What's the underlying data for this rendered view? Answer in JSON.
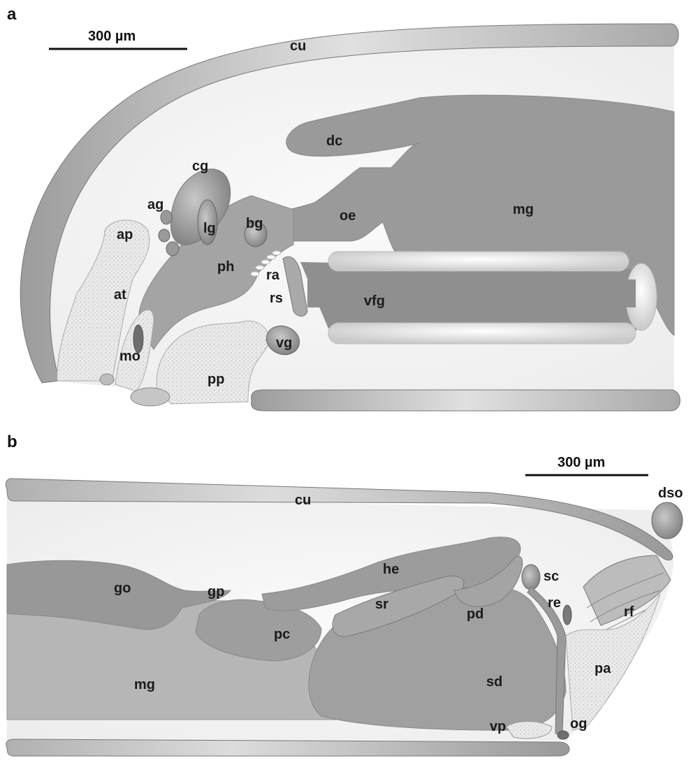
{
  "panels": {
    "a": {
      "panel_label": "a",
      "scale_bar": "300 µm",
      "labels": {
        "cu": "cu",
        "dc": "dc",
        "cg": "cg",
        "ag": "ag",
        "lg": "lg",
        "bg": "bg",
        "oe": "oe",
        "mg": "mg",
        "ap": "ap",
        "ph": "ph",
        "ra": "ra",
        "at": "at",
        "rs": "rs",
        "vfg": "vfg",
        "mo": "mo",
        "vg": "vg",
        "pp": "pp"
      }
    },
    "b": {
      "panel_label": "b",
      "scale_bar": "300 µm",
      "labels": {
        "cu": "cu",
        "dso": "dso",
        "he": "he",
        "sc": "sc",
        "go": "go",
        "gp": "gp",
        "re": "re",
        "sr": "sr",
        "pd": "pd",
        "rf": "rf",
        "pc": "pc",
        "pa": "pa",
        "mg": "mg",
        "sd": "sd",
        "vp": "vp",
        "og": "og"
      }
    }
  },
  "colors": {
    "tissue": "#9a9a9a",
    "tissue_light": "#b4b4b4",
    "cuticle": "#c8c8c8",
    "body_fill": "#f3f3f3",
    "stippled": "#e4e4e4"
  }
}
